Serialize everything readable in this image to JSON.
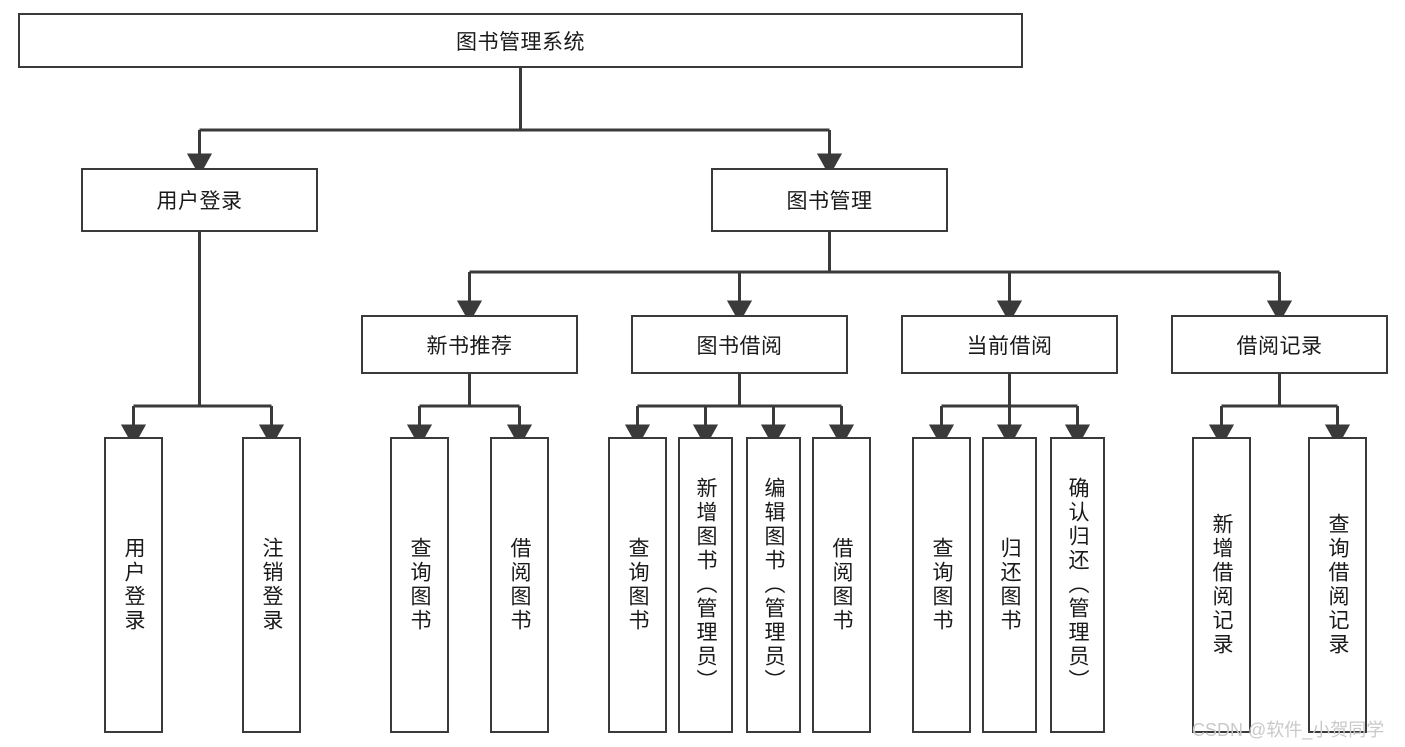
{
  "diagram": {
    "type": "hierarchy-tree",
    "title": "图书管理系统",
    "watermark": "CSDN @软件_小贺同学",
    "colors": {
      "box_border": "#3a3a3a",
      "box_fill": "#ffffff",
      "connector": "#3a3a3a",
      "text": "#1a1a1a",
      "watermark": "#c9c9c9",
      "background": "#ffffff"
    },
    "levels": {
      "root": {
        "label": "图书管理系统"
      },
      "level2": [
        {
          "label": "用户登录"
        },
        {
          "label": "图书管理"
        }
      ],
      "level3": [
        {
          "label": "新书推荐"
        },
        {
          "label": "图书借阅"
        },
        {
          "label": "当前借阅"
        },
        {
          "label": "借阅记录"
        }
      ],
      "leaves": {
        "user_login": [
          {
            "label": "用户登录"
          },
          {
            "label": "注销登录"
          }
        ],
        "new_book_recommend": [
          {
            "label": "查询图书"
          },
          {
            "label": "借阅图书"
          }
        ],
        "book_borrow": [
          {
            "label": "查询图书"
          },
          {
            "label": "新增图书（管理员）"
          },
          {
            "label": "编辑图书（管理员）"
          },
          {
            "label": "借阅图书"
          }
        ],
        "current_borrow": [
          {
            "label": "查询图书"
          },
          {
            "label": "归还图书"
          },
          {
            "label": "确认归还（管理员）"
          }
        ],
        "borrow_record": [
          {
            "label": "新增借阅记录"
          },
          {
            "label": "查询借阅记录"
          }
        ]
      }
    }
  }
}
